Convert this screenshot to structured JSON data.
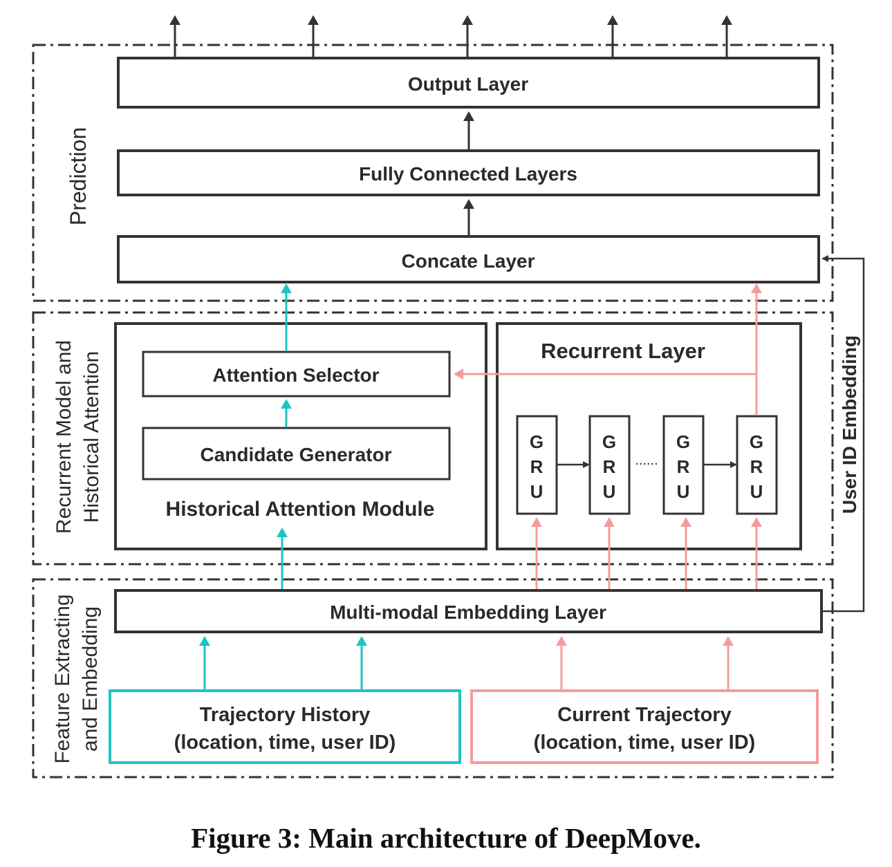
{
  "sections": {
    "prediction": "Prediction",
    "recurrent_line1": "Recurrent Model and",
    "recurrent_line2": "Historical Attention",
    "feature_line1": "Feature Extracting",
    "feature_line2": "and Embedding",
    "user_id_embedding": "User ID Embedding"
  },
  "layers": {
    "output": "Output Layer",
    "fully_connected": "Fully Connected Layers",
    "concate": "Concate Layer",
    "attention_selector": "Attention Selector",
    "candidate_generator": "Candidate Generator",
    "historical_module": "Historical Attention Module",
    "recurrent_layer": "Recurrent Layer",
    "embedding": "Multi-modal Embedding Layer"
  },
  "gru": {
    "letters": [
      "G",
      "R",
      "U"
    ],
    "ellipsis": "......"
  },
  "inputs": {
    "history_line1": "Trajectory History",
    "history_line2": "(location, time, user ID)",
    "current_line1": "Current Trajectory",
    "current_line2": "(location, time, user ID)"
  },
  "colors": {
    "history": "#1ec4c4",
    "current": "#f49c9c",
    "frame": "#333333"
  },
  "caption": "Figure 3: Main architecture of DeepMove."
}
